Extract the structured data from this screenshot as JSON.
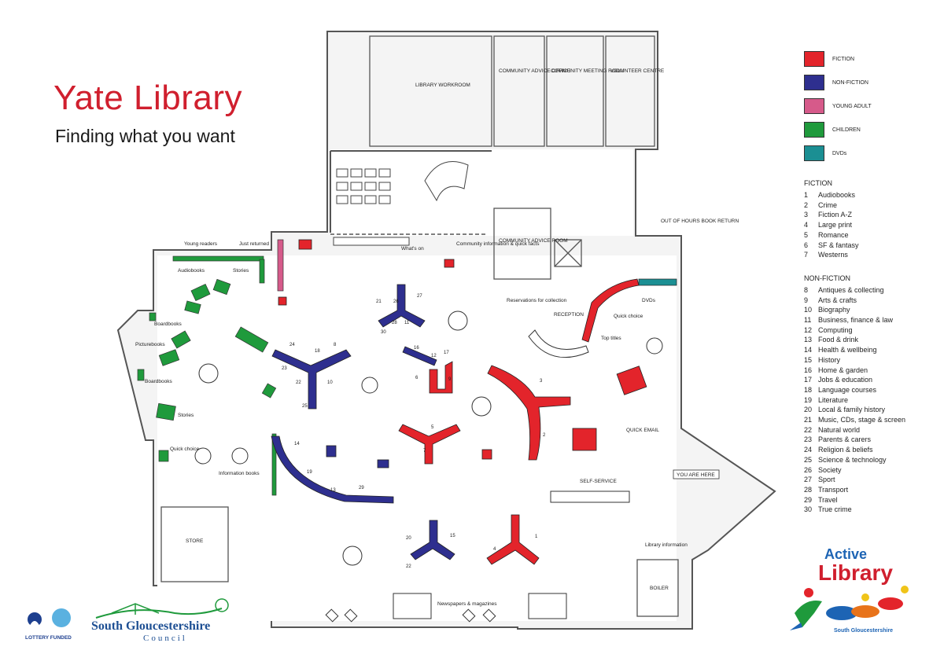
{
  "header": {
    "title": "Yate Library",
    "subtitle": "Finding what you want"
  },
  "colors": {
    "fiction": "#e3242b",
    "non_fiction": "#2e2f8f",
    "young_adult": "#d65a8a",
    "children": "#1f9a3c",
    "dvds": "#1b8f93",
    "title_red": "#d01f2e"
  },
  "legend": {
    "swatches": [
      {
        "label": "FICTION",
        "color": "#e3242b"
      },
      {
        "label": "NON-FICTION",
        "color": "#2e2f8f"
      },
      {
        "label": "YOUNG ADULT",
        "color": "#d65a8a"
      },
      {
        "label": "CHILDREN",
        "color": "#1f9a3c"
      },
      {
        "label": "DVDs",
        "color": "#1b8f93"
      }
    ],
    "fiction_title": "FICTION",
    "fiction": [
      {
        "n": "1",
        "label": "Audiobooks"
      },
      {
        "n": "2",
        "label": "Crime"
      },
      {
        "n": "3",
        "label": "Fiction A-Z"
      },
      {
        "n": "4",
        "label": "Large print"
      },
      {
        "n": "5",
        "label": "Romance"
      },
      {
        "n": "6",
        "label": "SF & fantasy"
      },
      {
        "n": "7",
        "label": "Westerns"
      }
    ],
    "non_fiction_title": "NON-FICTION",
    "non_fiction": [
      {
        "n": "8",
        "label": "Antiques & collecting"
      },
      {
        "n": "9",
        "label": "Arts & crafts"
      },
      {
        "n": "10",
        "label": "Biography"
      },
      {
        "n": "11",
        "label": "Business, finance & law"
      },
      {
        "n": "12",
        "label": "Computing"
      },
      {
        "n": "13",
        "label": "Food & drink"
      },
      {
        "n": "14",
        "label": "Health & wellbeing"
      },
      {
        "n": "15",
        "label": "History"
      },
      {
        "n": "16",
        "label": "Home & garden"
      },
      {
        "n": "17",
        "label": "Jobs & education"
      },
      {
        "n": "18",
        "label": "Language courses"
      },
      {
        "n": "19",
        "label": "Literature"
      },
      {
        "n": "20",
        "label": "Local & family history"
      },
      {
        "n": "21",
        "label": "Music, CDs, stage & screen"
      },
      {
        "n": "22",
        "label": "Natural world"
      },
      {
        "n": "23",
        "label": "Parents & carers"
      },
      {
        "n": "24",
        "label": "Religion & beliefs"
      },
      {
        "n": "25",
        "label": "Science & technology"
      },
      {
        "n": "26",
        "label": "Society"
      },
      {
        "n": "27",
        "label": "Sport"
      },
      {
        "n": "28",
        "label": "Transport"
      },
      {
        "n": "29",
        "label": "Travel"
      },
      {
        "n": "30",
        "label": "True crime"
      }
    ]
  },
  "rooms": {
    "workroom": "LIBRARY WORKROOM",
    "advice_office": "COMMUNITY ADVICE OFFICE",
    "meeting_room": "COMMUNITY MEETING ROOM",
    "volunteer_centre": "VOLUNTEER CENTRE",
    "advice_room": "COMMUNITY ADVICE ROOM",
    "store": "STORE",
    "boiler": "BOILER",
    "out_of_hours": "OUT OF HOURS BOOK RETURN",
    "reception": "RECEPTION",
    "self_service": "SELF-SERVICE",
    "quick_email": "QUICK EMAIL",
    "you_are_here": "YOU ARE HERE"
  },
  "zones": {
    "young_readers": "Young readers",
    "just_returned": "Just returned",
    "audiobooks": "Audiobooks",
    "stories_top": "Stories",
    "boardbooks_1": "Boardbooks",
    "picturebooks": "Picturebooks",
    "boardbooks_2": "Boardbooks",
    "stories_left": "Stories",
    "quick_choice_left": "Quick choice",
    "information_books": "Information books",
    "whats_on": "What's on",
    "community_info": "Community information & quick facts",
    "reservations": "Reservations for collection",
    "quick_choice_right": "Quick choice",
    "top_titles": "Top titles",
    "dvds": "DVDs",
    "newspapers": "Newspapers & magazines",
    "library_information": "Library information"
  },
  "shelf_numbers": {
    "s21": "21",
    "s26": "26",
    "s27": "27",
    "s28": "28",
    "s30": "30",
    "s11": "11",
    "s24": "24",
    "s18": "18",
    "s8": "8",
    "s23": "23",
    "s22": "22",
    "s10": "10",
    "s25": "25",
    "s16": "16",
    "s12": "12",
    "s17": "17",
    "s6": "6",
    "s9": "9",
    "s3": "3",
    "s2": "2",
    "s5": "5",
    "s7": "7",
    "s14": "14",
    "s19": "19",
    "s13": "13",
    "s29": "29",
    "s20": "20",
    "s15": "15",
    "s22b": "22",
    "s4": "4",
    "s1": "1"
  },
  "logos": {
    "active_1": "Active",
    "active_2": "Library",
    "active_3": "South Gloucestershire",
    "lottery": "LOTTERY FUNDED",
    "sgc_1": "South Gloucestershire",
    "sgc_2": "Council"
  }
}
